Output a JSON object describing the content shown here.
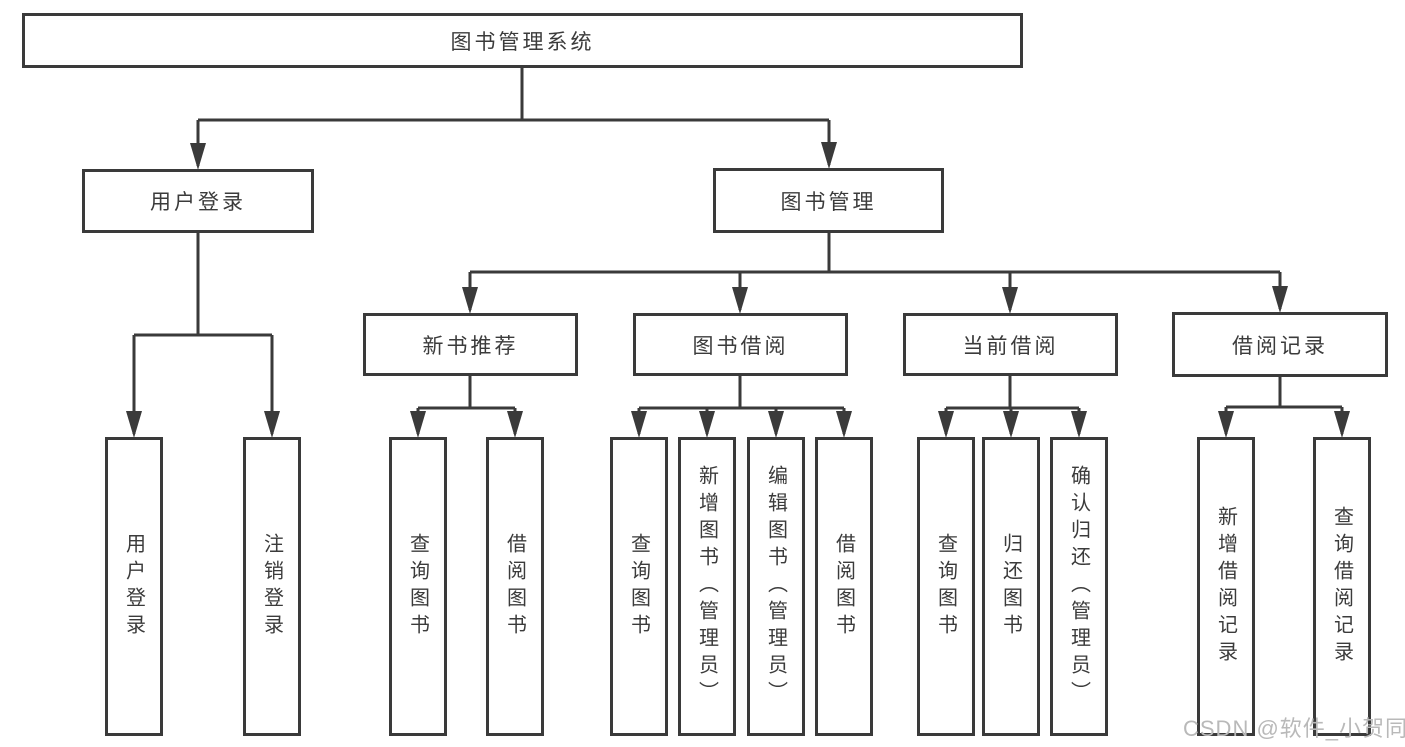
{
  "tree": {
    "root": {
      "label": "图书管理系统"
    },
    "user_login": {
      "label": "用户登录",
      "children": [
        "用户登录",
        "注销登录"
      ]
    },
    "book_mgmt": {
      "label": "图书管理"
    },
    "new_books": {
      "label": "新书推荐",
      "children": [
        "查询图书",
        "借阅图书"
      ]
    },
    "borrow": {
      "label": "图书借阅",
      "children": [
        "查询图书",
        "新增图书（管理员）",
        "编辑图书（管理员）",
        "借阅图书"
      ]
    },
    "current": {
      "label": "当前借阅",
      "children": [
        "查询图书",
        "归还图书",
        "确认归还（管理员）"
      ]
    },
    "records": {
      "label": "借阅记录",
      "children": [
        "新增借阅记录",
        "查询借阅记录"
      ]
    }
  },
  "watermark": {
    "text": "CSDN @软件_小贺同学",
    "color": "#b9b9b9"
  },
  "colors": {
    "line": "#3a3a3a",
    "text": "#3b3b3b",
    "box_fill": "#ffffff",
    "page": "#ffffff"
  }
}
